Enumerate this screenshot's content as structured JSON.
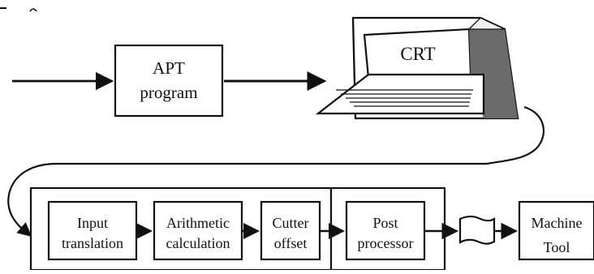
{
  "diagram": {
    "apt_program": {
      "line1": "APT",
      "line2": "program"
    },
    "terminal": {
      "screen_label": "CRT"
    },
    "processor_stages": [
      {
        "line1": "Input",
        "line2": "translation"
      },
      {
        "line1": "Arithmetic",
        "line2": "calculation"
      },
      {
        "line1": "Cutter",
        "line2": "offset"
      },
      {
        "line1": "Post",
        "line2": "processor"
      }
    ],
    "machine_tool": {
      "line1": "Machine",
      "line2": "Tool"
    },
    "colors": {
      "ink": "#111111",
      "shadow": "#6b6b6b",
      "paper": "#ffffff"
    }
  }
}
